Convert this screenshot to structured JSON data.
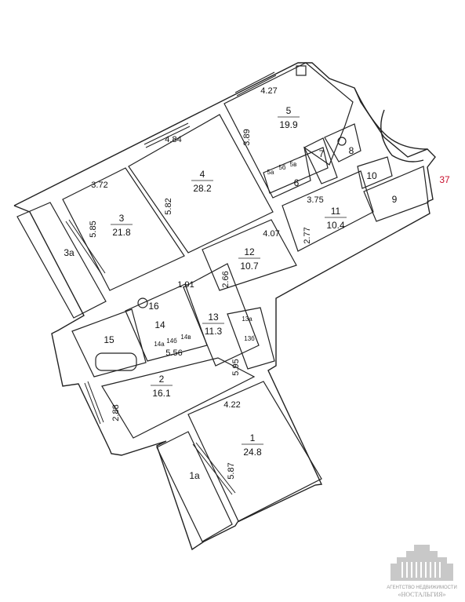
{
  "rooms": [
    {
      "id": "room-1",
      "num": "1",
      "area": "24.8"
    },
    {
      "id": "room-1a",
      "num": "1a",
      "area": ""
    },
    {
      "id": "room-2",
      "num": "2",
      "area": "16.1"
    },
    {
      "id": "room-3",
      "num": "3",
      "area": "21.8"
    },
    {
      "id": "room-3a",
      "num": "3a",
      "area": ""
    },
    {
      "id": "room-4",
      "num": "4",
      "area": "28.2"
    },
    {
      "id": "room-5",
      "num": "5",
      "area": "19.9"
    },
    {
      "id": "room-5a",
      "num": "5a",
      "area": ""
    },
    {
      "id": "room-5b",
      "num": "5б",
      "area": ""
    },
    {
      "id": "room-5v",
      "num": "5в",
      "area": ""
    },
    {
      "id": "room-6",
      "num": "6",
      "area": ""
    },
    {
      "id": "room-7",
      "num": "7",
      "area": ""
    },
    {
      "id": "room-8",
      "num": "8",
      "area": ""
    },
    {
      "id": "room-9",
      "num": "9",
      "area": ""
    },
    {
      "id": "room-10",
      "num": "10",
      "area": ""
    },
    {
      "id": "room-11",
      "num": "11",
      "area": "10.4"
    },
    {
      "id": "room-12",
      "num": "12",
      "area": "10.7"
    },
    {
      "id": "room-13",
      "num": "13",
      "area": "11.3"
    },
    {
      "id": "room-13a",
      "num": "13a",
      "area": ""
    },
    {
      "id": "room-13b",
      "num": "13б",
      "area": ""
    },
    {
      "id": "room-14",
      "num": "14",
      "area": ""
    },
    {
      "id": "room-14a",
      "num": "14а",
      "area": ""
    },
    {
      "id": "room-14b",
      "num": "14б",
      "area": ""
    },
    {
      "id": "room-14v",
      "num": "14в",
      "area": ""
    },
    {
      "id": "room-15",
      "num": "15",
      "area": ""
    },
    {
      "id": "room-16",
      "num": "16",
      "area": ""
    }
  ],
  "dimensions": [
    "4.27",
    "3.89",
    "4.84",
    "3.72",
    "5.82",
    "5.85",
    "3.75",
    "4.07",
    "2.77",
    "1.91",
    "2.66",
    "5.56",
    "5.95",
    "4.22",
    "2.88",
    "5.87"
  ],
  "apartment_number": "37",
  "logo": {
    "line1": "АГЕНТСТВО НЕДВИЖИМОСТИ",
    "line2": "«НОСТАЛЬГИЯ»"
  },
  "colors": {
    "ink": "#222222",
    "accent": "#c8102e"
  }
}
